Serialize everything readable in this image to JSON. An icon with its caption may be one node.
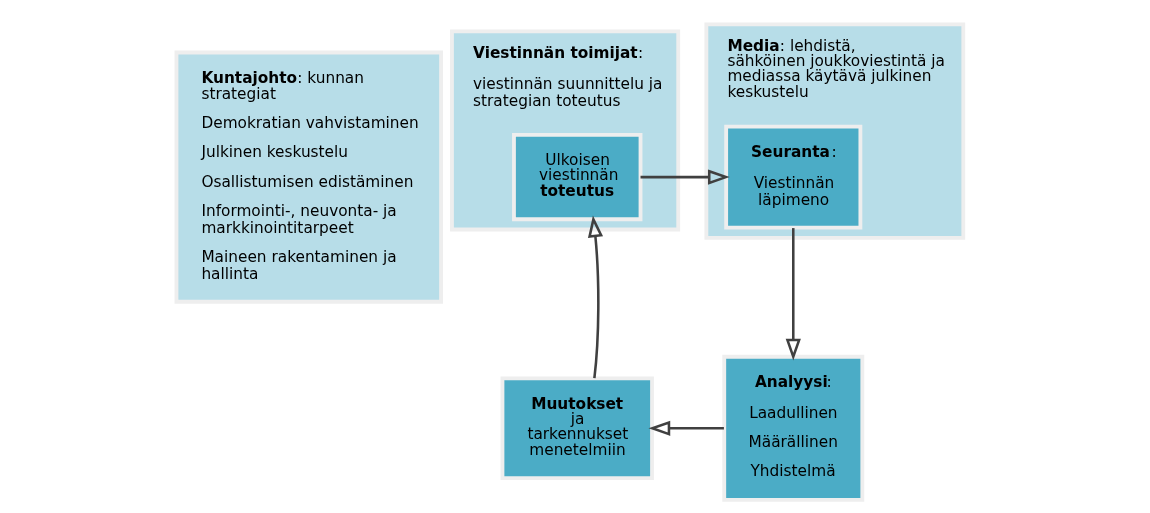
{
  "diagram": {
    "nodes": [
      {
        "text": [
          "**Kuntajohto**: kunnan strategiat",
          "Demokratian vahvistaminen",
          "Julkinen keskustelu",
          "Osallistumisen edistäminen",
          "Informointi-, neuvonta- ja markkinointitarpeet",
          "Maineen rakentaminen ja hallinta"
        ]
      },
      {
        "text": [
          "**Viestinnän toimijat**:",
          "viestinnän suunnittelu ja strategian toteutus"
        ]
      },
      {
        "text": [
          "Ulkoisen viestinnän **toteutus**"
        ],
        "in": 1
      },
      {
        "text": [
          "**Muutokset** ja tarkennukset menetelmiin"
        ]
      },
      {
        "text": [
          "**Media**: lehdistä, sähköinen joukkoviestintä ja mediassa käytävä julkinen keskustelu"
        ]
      },
      {
        "text": [
          "**Seuranta**:",
          "Viestinnän läpimeno"
        ],
        "in": 4
      },
      {
        "text": [
          "**Analyysi**:",
          "Laadullinen",
          "Määrällinen",
          "Yhdistelmä"
        ]
      }
    ],
    "edges": [
      {
        "from": 2,
        "to": 5,
        "arrow": "to"
      },
      {
        "from": 5,
        "to": 6,
        "arrow": "to"
      },
      {
        "from": 6,
        "to": 3,
        "arrow": "to"
      },
      {
        "from": 3,
        "to": 2,
        "arrow": "to"
      }
    ]
  }
}
